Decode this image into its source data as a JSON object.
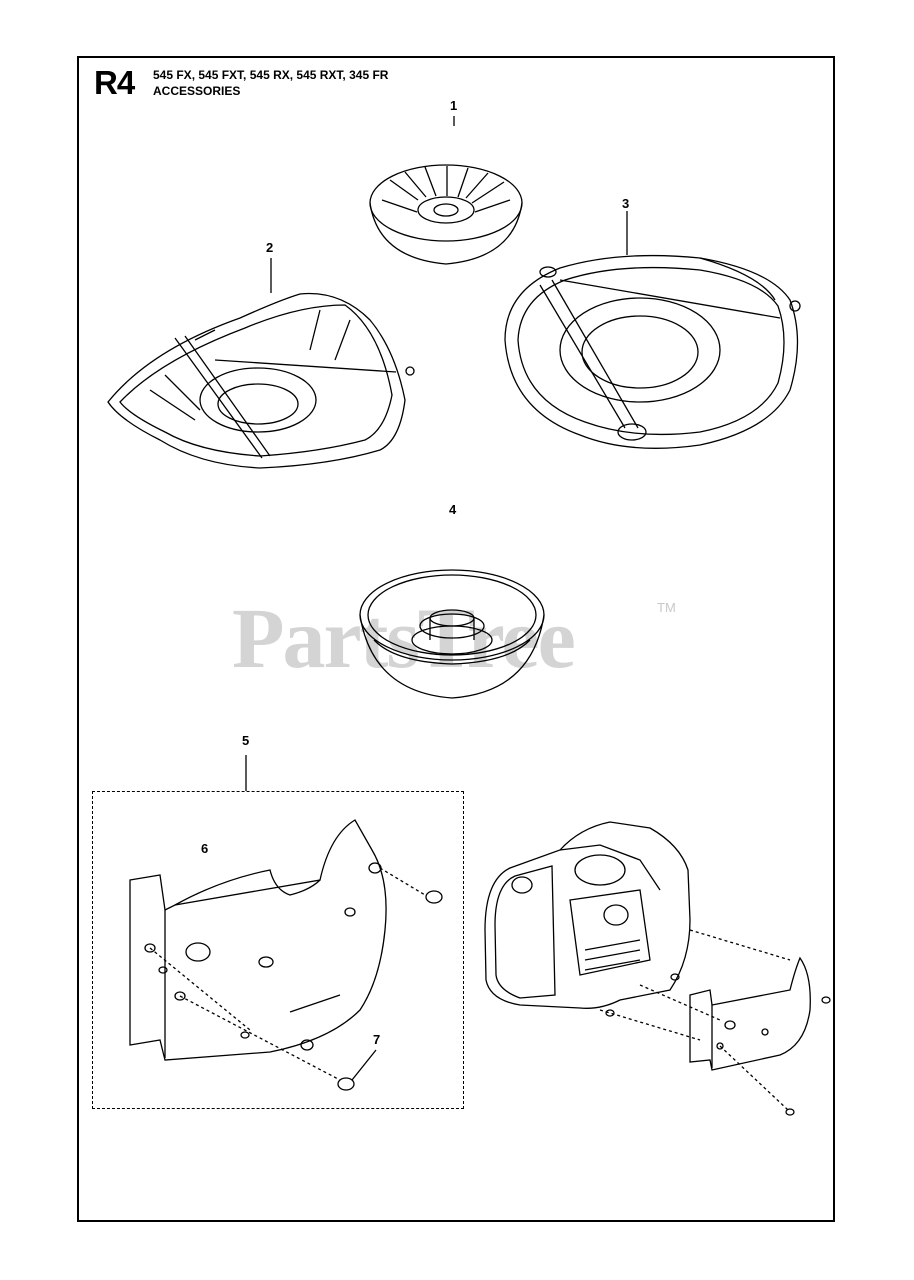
{
  "header": {
    "code": "R4",
    "models": "545 FX, 545 FXT, 545 RX, 545 RXT, 345 FR",
    "section": "ACCESSORIES"
  },
  "watermark": {
    "text": "PartsTree",
    "tm": "TM"
  },
  "callouts": [
    "1",
    "2",
    "3",
    "4",
    "5",
    "6",
    "7"
  ]
}
